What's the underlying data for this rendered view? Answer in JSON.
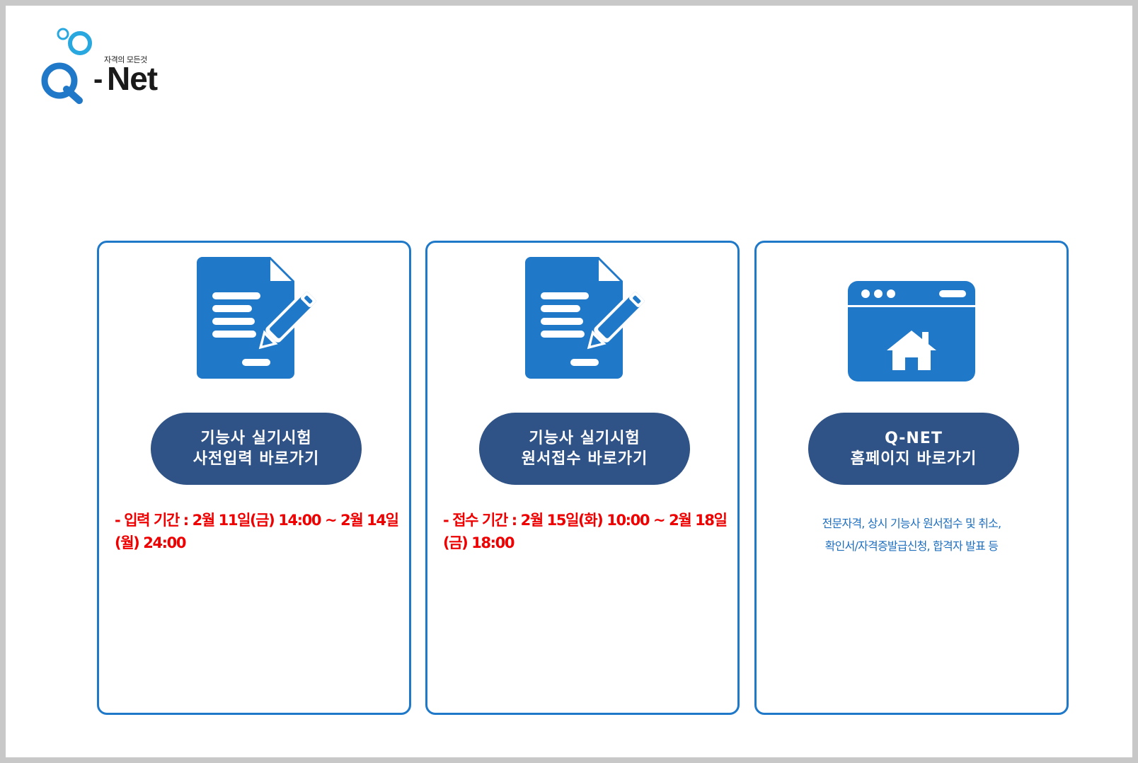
{
  "logo": {
    "tagline": "자격의 모든것",
    "dash": "-",
    "name": "Net",
    "brand_color": "#1f78c8"
  },
  "cards": [
    {
      "icon": "document-edit-icon",
      "button_line1": "기능사 실기시험",
      "button_line2": "사전입력 바로가기",
      "info": "- 입력 기간 : 2월 11일(금) 14:00 ~ 2월 14일(월) 24:00"
    },
    {
      "icon": "document-edit-icon",
      "button_line1": "기능사 실기시험",
      "button_line2": "원서접수 바로가기",
      "info": "- 접수 기간 : 2월 15일(화) 10:00 ~ 2월 18일(금) 18:00"
    },
    {
      "icon": "browser-home-icon",
      "button_line1": "Q-NET",
      "button_line2": "홈페이지 바로가기",
      "info_line1": "전문자격, 상시 기능사 원서접수 및 취소,",
      "info_line2": "확인서/자격증발급신청, 합격자 발표 등"
    }
  ],
  "colors": {
    "card_border": "#1f78c8",
    "button_bg": "#2f5386",
    "info_red": "#ee0000",
    "info_blue": "#1f6fbf",
    "icon_blue": "#1f78c8"
  }
}
